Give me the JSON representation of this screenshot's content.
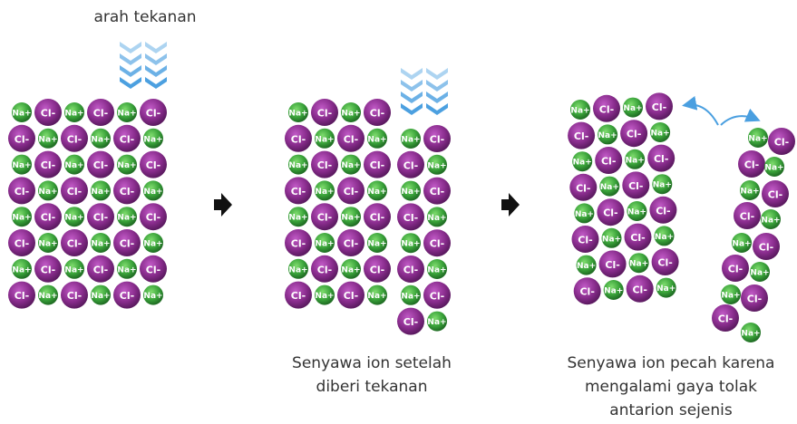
{
  "labels": {
    "pressure_direction": "arah tekanan",
    "caption_after_pressure": "Senyawa ion setelah diberi tekanan",
    "caption_after_pressure_line1": "Senyawa ion setelah",
    "caption_after_pressure_line2": "diberi tekanan",
    "caption_break_line1": "Senyawa ion pecah karena",
    "caption_break_line2": "mengalami gaya tolak",
    "caption_break_line3": "antarion sejenis"
  },
  "ions": {
    "sodium": "Na+",
    "chloride": "Cl-"
  },
  "colors": {
    "sodium": "#3aa33a",
    "chloride": "#8a2d8e",
    "pressure_arrow": "#4a9fe0",
    "step_arrow": "#111111",
    "text": "#333333"
  },
  "icons": {
    "step_arrow": "arrow-right-icon",
    "pressure": "chevron-down-icon",
    "repulsion": "curved-arrow-icon"
  },
  "lattice": {
    "rows": 8,
    "cols": 6
  }
}
